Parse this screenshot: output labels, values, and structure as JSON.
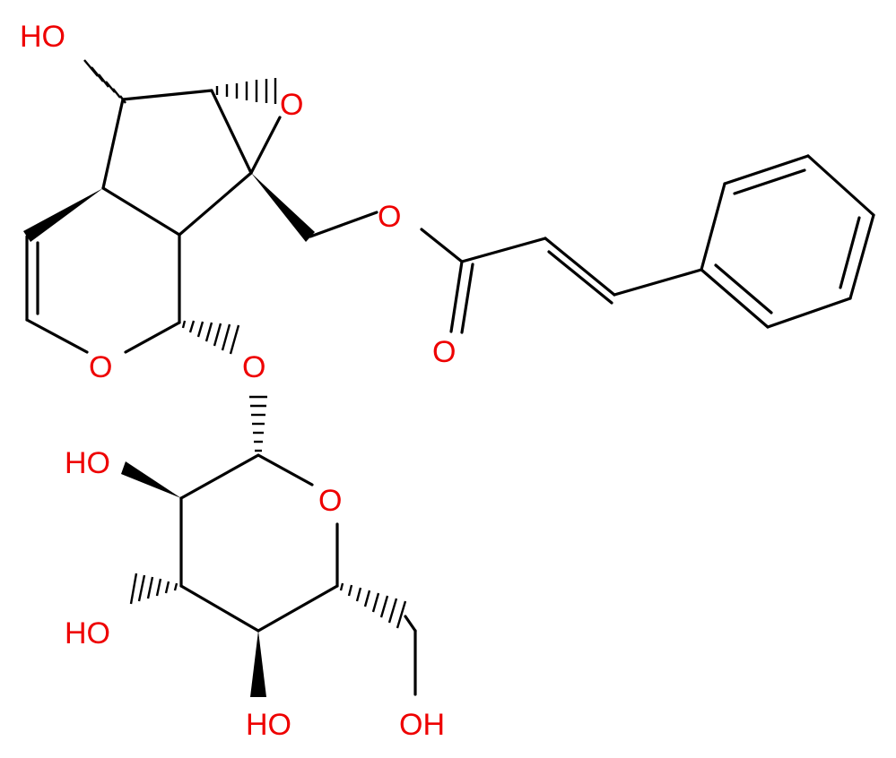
{
  "structure": {
    "atom_labels": {
      "oh_top": "HO",
      "o_epoxide": "O",
      "o_ester": "O",
      "o_carbonyl": "O",
      "o_ring_pyran": "O",
      "o_glycosidic": "O",
      "o_ring_sugar": "O",
      "oh_c2": "HO",
      "oh_c3": "HO",
      "oh_c4": "HO",
      "oh_c6": "OH"
    },
    "colors": {
      "bond": "#000000",
      "heteroatom_oxygen": "#ee0000",
      "background": "#ffffff"
    }
  }
}
